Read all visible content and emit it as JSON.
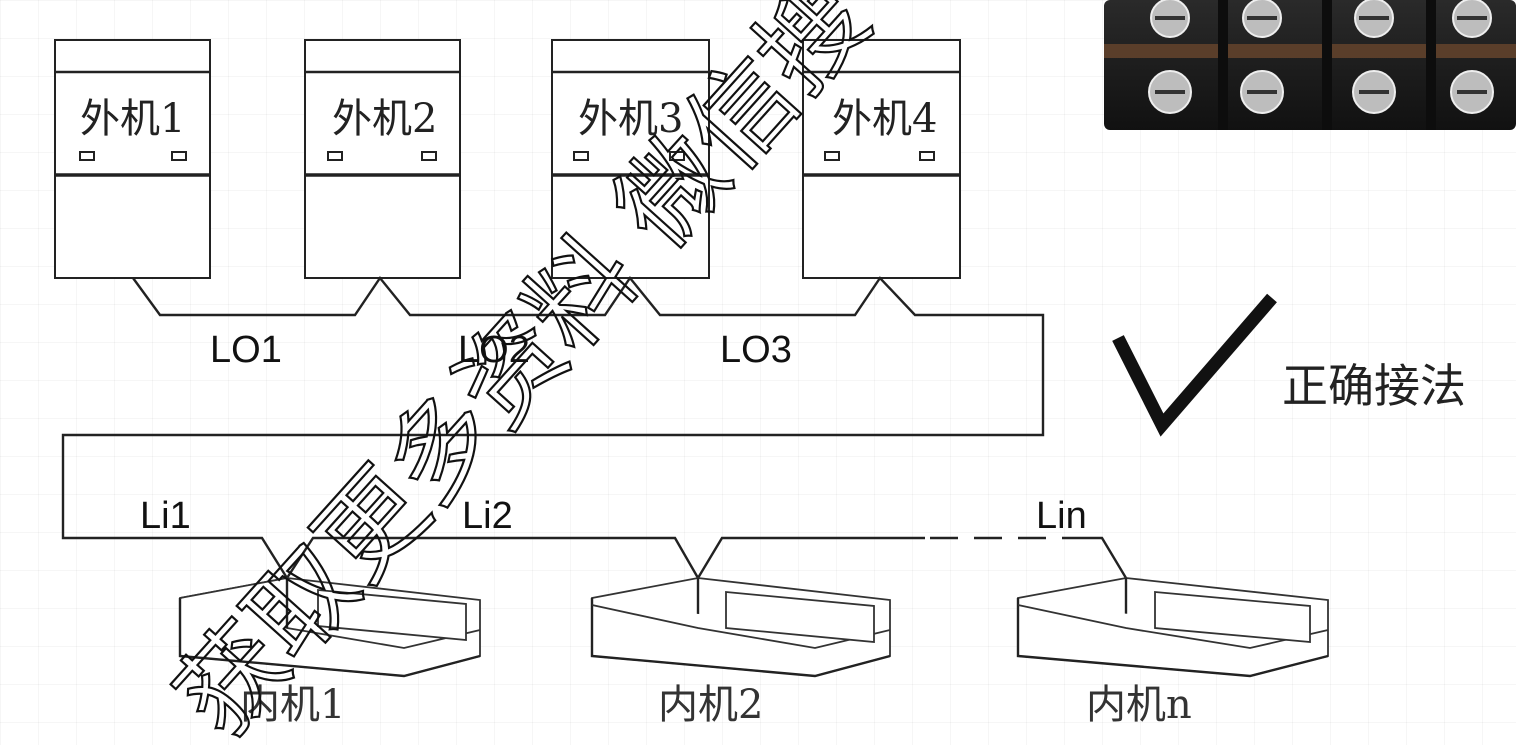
{
  "outdoor_units": [
    {
      "label": "外机1"
    },
    {
      "label": "外机2"
    },
    {
      "label": "外机3"
    },
    {
      "label": "外机4"
    }
  ],
  "outdoor_links": [
    "LO1",
    "LO2",
    "LO3"
  ],
  "indoor_links": [
    "Li1",
    "Li2",
    "Lin"
  ],
  "indoor_units": [
    {
      "label": "内机1"
    },
    {
      "label": "内机2"
    },
    {
      "label": "内机n"
    }
  ],
  "status": {
    "mark": "check",
    "label": "正确接法"
  },
  "watermark": "获取更多资料 微信搜",
  "photo": {
    "description": "terminal-block"
  },
  "colors": {
    "line": "#222222",
    "background": "#ffffff"
  }
}
